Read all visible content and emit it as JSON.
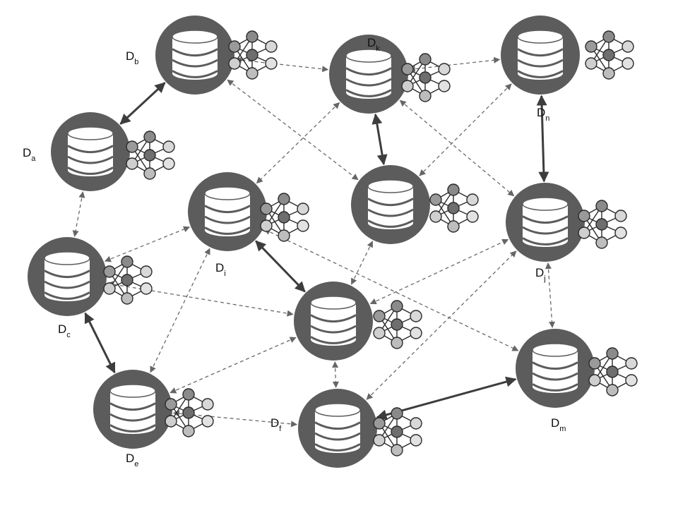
{
  "nodes": [
    {
      "id": "b",
      "label_main": "D",
      "label_sub": "b"
    },
    {
      "id": "k",
      "label_main": "D",
      "label_sub": "k"
    },
    {
      "id": "n",
      "label_main": "D",
      "label_sub": "n"
    },
    {
      "id": "a",
      "label_main": "D",
      "label_sub": "a"
    },
    {
      "id": "i",
      "label_main": "D",
      "label_sub": "i"
    },
    {
      "id": "mid",
      "label_main": "",
      "label_sub": ""
    },
    {
      "id": "j",
      "label_main": "D",
      "label_sub": "j"
    },
    {
      "id": "c",
      "label_main": "D",
      "label_sub": "c"
    },
    {
      "id": "center",
      "label_main": "",
      "label_sub": ""
    },
    {
      "id": "e",
      "label_main": "D",
      "label_sub": "e"
    },
    {
      "id": "f",
      "label_main": "D",
      "label_sub": "f"
    },
    {
      "id": "m",
      "label_main": "D",
      "label_sub": "m"
    }
  ],
  "edges": [
    {
      "from": "a",
      "to": "b",
      "style": "solid"
    },
    {
      "from": "k",
      "to": "mid",
      "style": "solid"
    },
    {
      "from": "n",
      "to": "j",
      "style": "solid"
    },
    {
      "from": "c",
      "to": "e",
      "style": "solid"
    },
    {
      "from": "i",
      "to": "center",
      "style": "solid"
    },
    {
      "from": "f",
      "to": "m",
      "style": "solid"
    },
    {
      "from": "b",
      "to": "k",
      "style": "dashed"
    },
    {
      "from": "k",
      "to": "n",
      "style": "dashed"
    },
    {
      "from": "b",
      "to": "mid",
      "style": "dashed"
    },
    {
      "from": "a",
      "to": "c",
      "style": "dashed"
    },
    {
      "from": "c",
      "to": "i",
      "style": "dashed"
    },
    {
      "from": "k",
      "to": "i",
      "style": "dashed"
    },
    {
      "from": "k",
      "to": "j",
      "style": "dashed"
    },
    {
      "from": "n",
      "to": "mid",
      "style": "dashed"
    },
    {
      "from": "c",
      "to": "center",
      "style": "dashed"
    },
    {
      "from": "i",
      "to": "e",
      "style": "dashed"
    },
    {
      "from": "e",
      "to": "center",
      "style": "dashed"
    },
    {
      "from": "center",
      "to": "mid",
      "style": "dashed"
    },
    {
      "from": "center",
      "to": "j",
      "style": "dashed"
    },
    {
      "from": "center",
      "to": "f",
      "style": "dashed"
    },
    {
      "from": "f",
      "to": "j",
      "style": "dashed"
    },
    {
      "from": "f",
      "to": "e",
      "style": "dashed"
    },
    {
      "from": "j",
      "to": "m",
      "style": "dashed"
    },
    {
      "from": "i",
      "to": "m",
      "style": "dashed"
    }
  ]
}
